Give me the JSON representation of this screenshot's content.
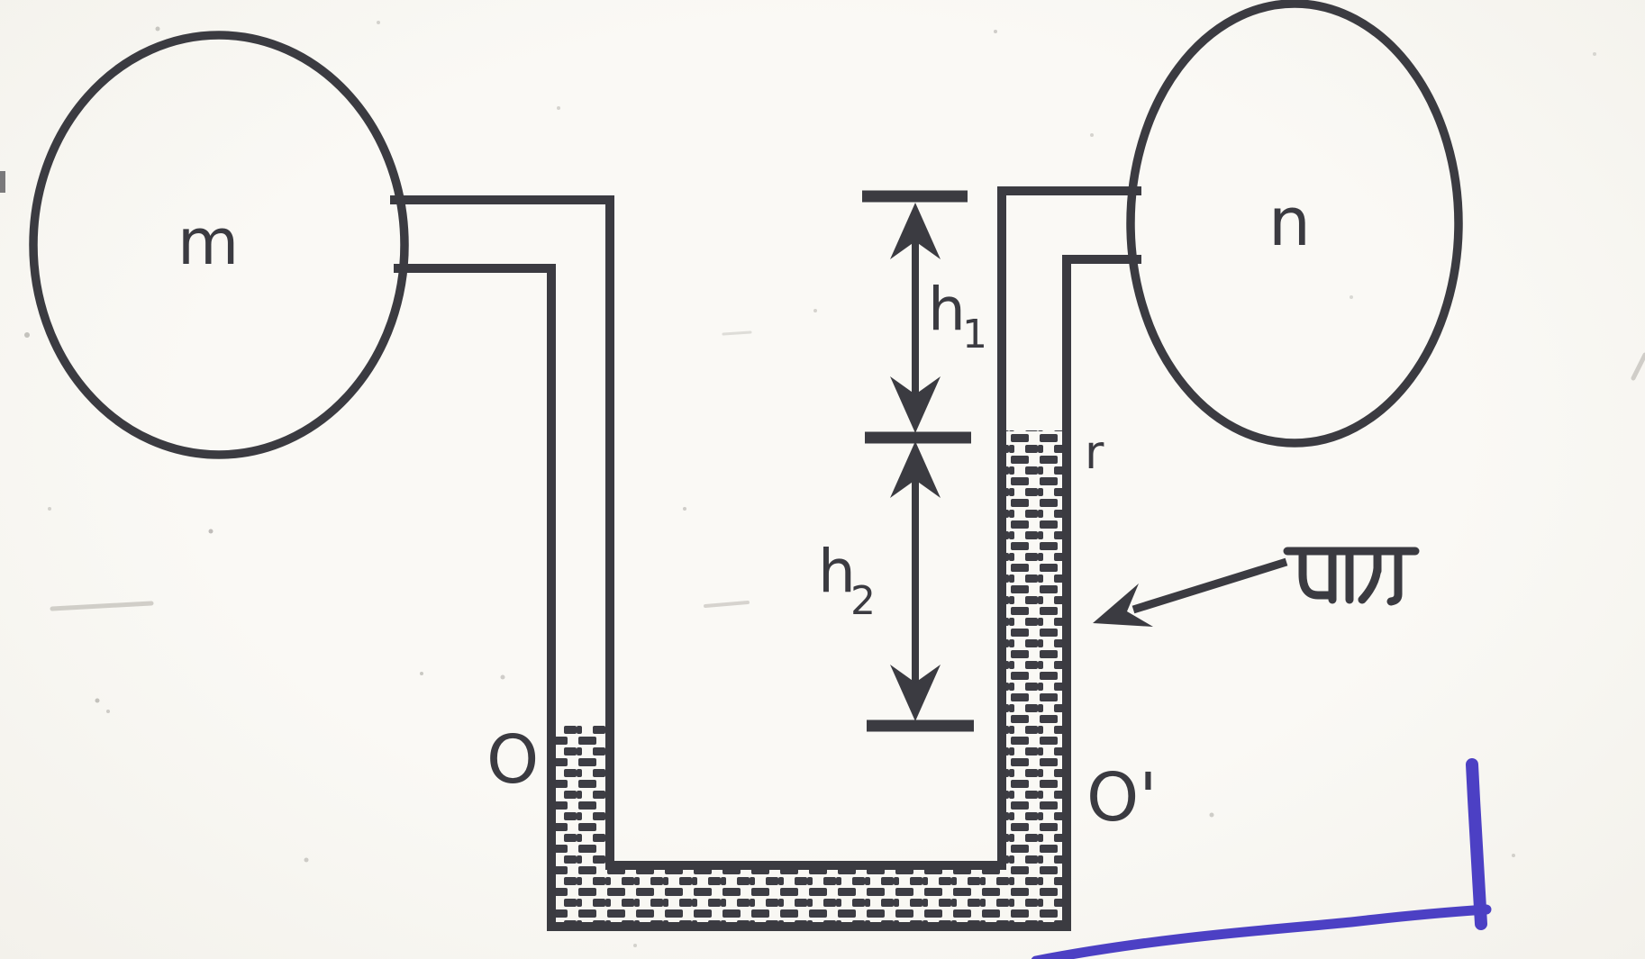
{
  "figure": {
    "description": "Scanned textbook physics diagram: two gas bulbs m and n connected by a U-shaped manometer tube containing mercury, with mercury level marks O, O' and r, and height differences h1 and h2 indicated by double-headed arrows"
  },
  "colors": {
    "ink": "#3b3b41",
    "paper": "#f8f6f1",
    "mercury_dash": "#3d3d44",
    "pen_blue": "#4c40c4"
  },
  "labels": {
    "left_bulb": "m",
    "right_bulb": "n",
    "height_upper": {
      "base": "h",
      "sub": "1"
    },
    "height_lower": {
      "base": "h",
      "sub": "2"
    },
    "mercury_top_right": "r",
    "left_level": "O",
    "right_level": "O'",
    "mercury_hindi": "पारा"
  }
}
